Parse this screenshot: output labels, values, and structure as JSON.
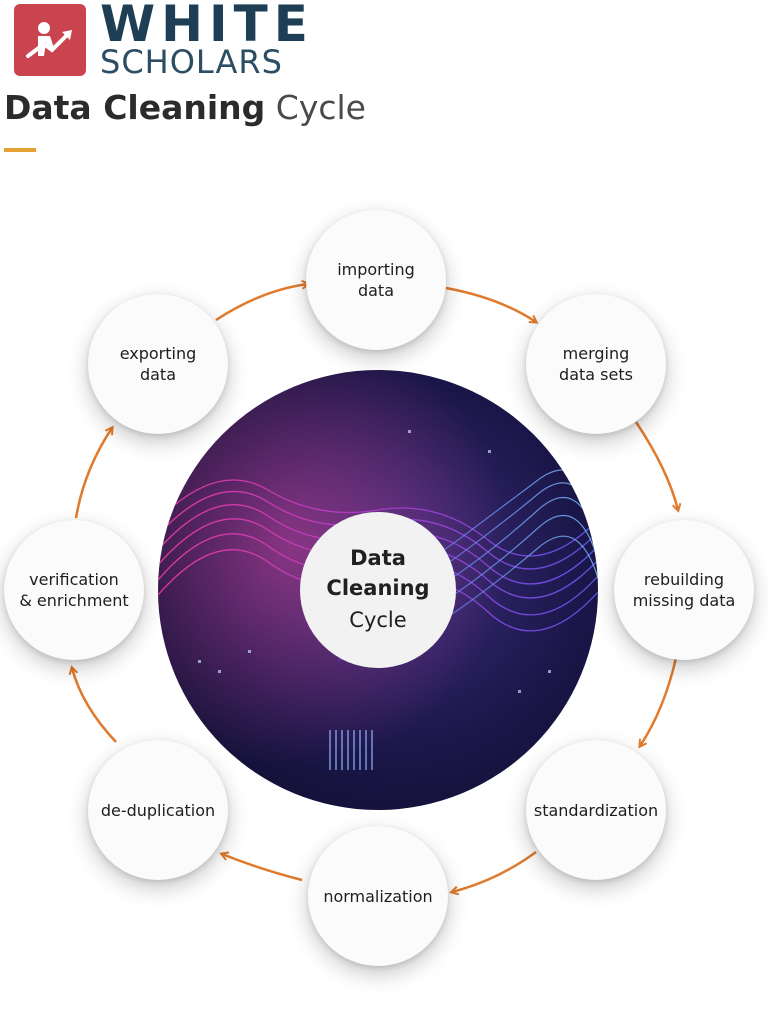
{
  "brand": {
    "line1": "WHITE",
    "line2": "SCHOLARS",
    "icon": "person-growth-arrow-icon",
    "color": "#c9444e"
  },
  "title": {
    "bold": "Data Cleaning",
    "light": "Cycle"
  },
  "accent_color": "#e3a136",
  "arrow_color": "#e07a2c",
  "center": {
    "line1": "Data",
    "line2": "Cleaning",
    "line3": "Cycle"
  },
  "steps": [
    {
      "label": "importing\ndata"
    },
    {
      "label": "merging\ndata sets"
    },
    {
      "label": "rebuilding\nmissing data"
    },
    {
      "label": "standardization"
    },
    {
      "label": "normalization"
    },
    {
      "label": "de-duplication"
    },
    {
      "label": "verification\n& enrichment"
    },
    {
      "label": "exporting\ndata"
    }
  ]
}
